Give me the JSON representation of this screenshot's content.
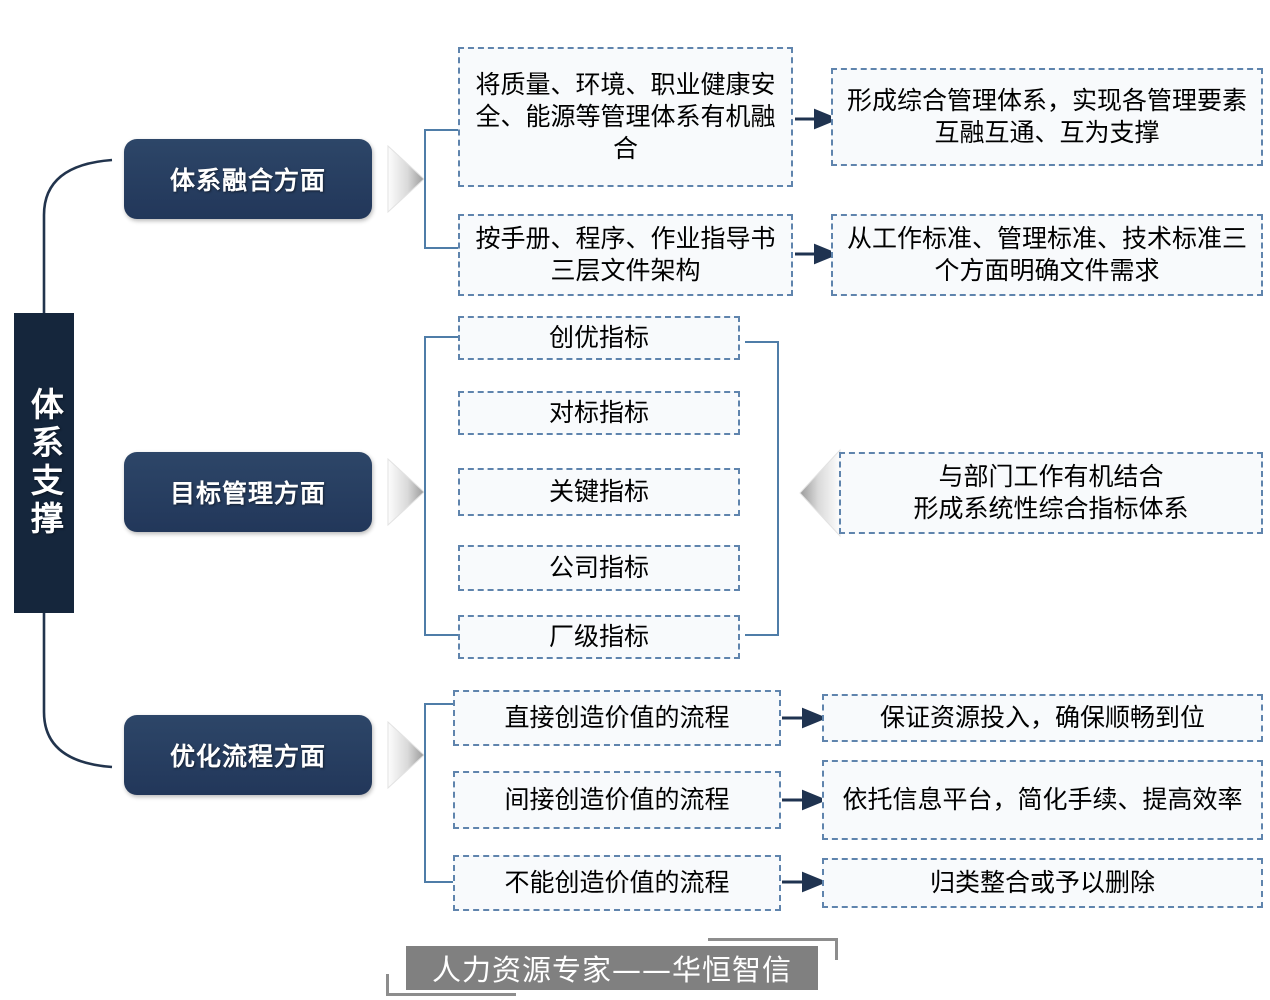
{
  "banner": {
    "label": "体系支撑",
    "color": "#15263c"
  },
  "theme": {
    "category_fill": "#27405f",
    "dashed_border": "#5f84ad",
    "bracket": "#4f7da8",
    "arrow": "#1f3350",
    "box_fill": "#f8fafc",
    "footer_bar": "#808080"
  },
  "sections": [
    {
      "category": "体系融合方面",
      "items": [
        {
          "source": "将质量、环境、职业健康安全、能源等管理体系有机融合",
          "result": "形成综合管理体系，实现各管理要素互融互通、互为支撑"
        },
        {
          "source": "按手册、程序、作业指导书三层文件架构",
          "result": "从工作标准、管理标准、技术标准三个方面明确文件需求"
        }
      ]
    },
    {
      "category": "目标管理方面",
      "indicators": [
        "创优指标",
        "对标指标",
        "关键指标",
        "公司指标",
        "厂级指标"
      ],
      "result": "与部门工作有机结合\n形成系统性综合指标体系",
      "result_line1": "与部门工作有机结合",
      "result_line2": "形成系统性综合指标体系"
    },
    {
      "category": "优化流程方面",
      "items": [
        {
          "source": "直接创造价值的流程",
          "result": "保证资源投入，确保顺畅到位"
        },
        {
          "source": "间接创造价值的流程",
          "result": "依托信息平台，简化手续、提高效率"
        },
        {
          "source": "不能创造价值的流程",
          "result": "归类整合或予以删除"
        }
      ]
    }
  ],
  "footer": {
    "text": "人力资源专家——华恒智信"
  }
}
